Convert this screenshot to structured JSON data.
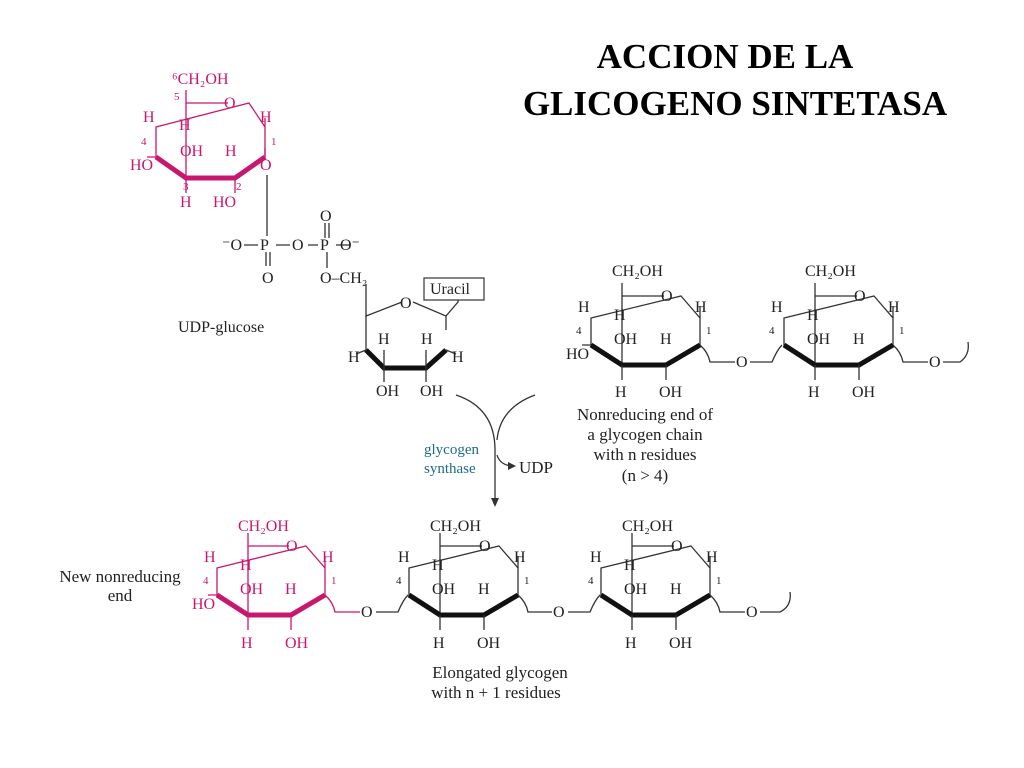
{
  "title": {
    "line1": "ACCION  DE  LA",
    "line2": "GLICOGENO SINTETASA"
  },
  "atoms": {
    "h": "H",
    "oh": "OH",
    "ho": "HO",
    "o": "O",
    "p": "P",
    "ch2oh": "CH₂OH",
    "ch2oh_6": "⁶CH₂OH",
    "o_ch2": "O–CH₂",
    "o_minus_l": "⁻O",
    "o_minus_r": "O⁻"
  },
  "positions": {
    "c1": "1",
    "c2": "2",
    "c3": "3",
    "c4": "4",
    "c5": "5"
  },
  "udp_glucose": {
    "label": "UDP-glucose",
    "base": "Uracil"
  },
  "enzyme": {
    "line1": "glycogen",
    "line2": "synthase",
    "product": "UDP"
  },
  "chain_caption": {
    "line1": "Nonreducing end of",
    "line2": "a glycogen chain",
    "line3": "with n residues",
    "line4": "(n > 4)"
  },
  "product_caption": {
    "line1": "Elongated glycogen",
    "line2": "with n + 1 residues"
  },
  "new_end_caption": {
    "line1": "New nonreducing",
    "line2": "end"
  },
  "colors": {
    "highlight": "#c8176f",
    "enzyme_text": "#1f6b86",
    "ink": "#222222"
  }
}
